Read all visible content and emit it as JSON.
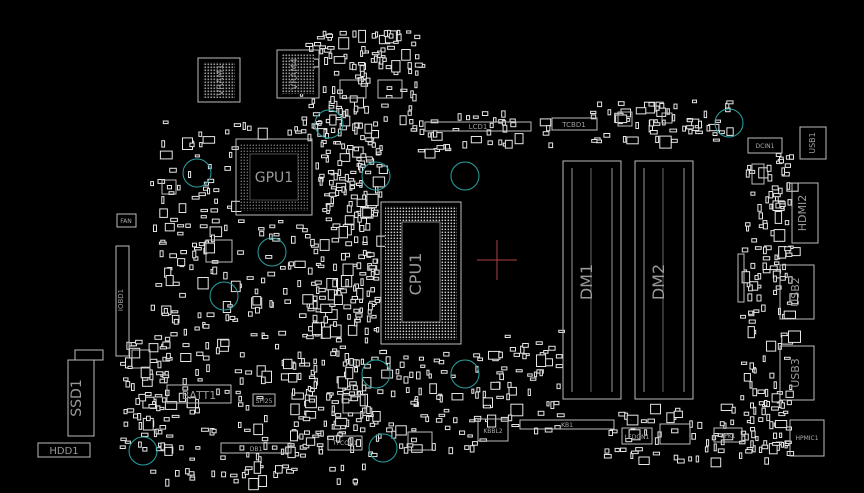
{
  "diagram": {
    "background": "#000000",
    "outline_color": "#c8c8c8",
    "hole_color": "#2aa0a0",
    "cross_color": "#b04040",
    "labels": {
      "gpu": "GPU1",
      "cpu": "CPU1",
      "vram1": "VRAM1",
      "vram4": "VRAM4",
      "dm1": "DM1",
      "dm2": "DM2",
      "lcd": "LCD1",
      "tcbd": "TCBD1",
      "dcin": "DCIN1",
      "usb1": "USB1",
      "hdmi": "HDMI2",
      "usb2": "USB2",
      "usb3": "USB3",
      "ssd": "SSD1",
      "batt": "BATT1",
      "hdd": "HDD1",
      "iobd": "IOBD1",
      "fan": "FAN",
      "spi": "SPI25",
      "db": "DB1",
      "tpcon": "TPCON1",
      "kbbl": "KBBL2",
      "kb": "KB1",
      "ledon": "LEDON1",
      "spk": "SPK1",
      "hpmic": "HPMIC1"
    }
  }
}
